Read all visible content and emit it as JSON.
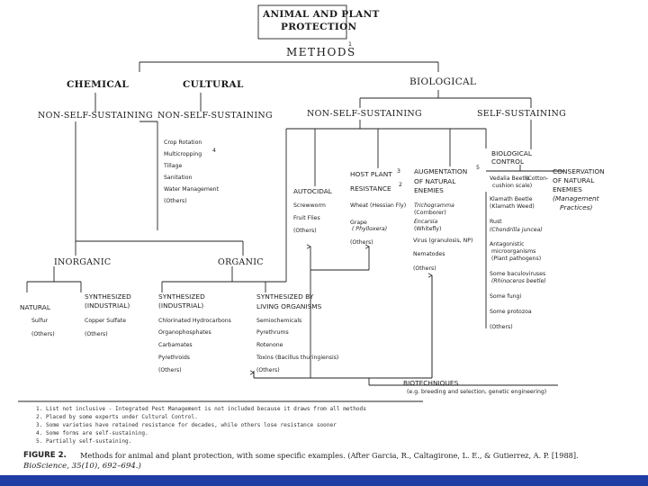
{
  "title": {
    "line1": "ANIMAL AND PLANT",
    "line2": "PROTECTION"
  },
  "methods": {
    "label": "METHODS",
    "sup": "1"
  },
  "top": {
    "chemical": "CHEMICAL",
    "cultural": "CULTURAL",
    "biological": "BIOLOGICAL"
  },
  "nss": {
    "chemical": "NON-SELF-SUSTAINING",
    "cultural": "NON-SELF-SUSTAINING",
    "biological": "NON-SELF-SUSTAINING",
    "self": "SELF-SUSTAINING"
  },
  "cultural_items": [
    "Crop Rotation",
    "Multicropping",
    "Tillage",
    "Sanitation",
    "Water Management",
    "(Others)"
  ],
  "cultural_sup": "4",
  "bio_control": {
    "line1": "BIOLOGICAL",
    "line2": "CONTROL"
  },
  "autocidal": {
    "label": "AUTOCIDAL",
    "items": [
      "Screwworm",
      "Fruit Flies",
      "(Others)"
    ]
  },
  "host": {
    "line1": "HOST PLANT",
    "sup": "3",
    "line2": "RESISTANCE",
    "sup2": "2",
    "items": [
      "Wheat (Hessian Fly)",
      "Grape",
      "( Phylloxera)",
      "(Others)"
    ]
  },
  "aug": {
    "line1": "AUGMENTATION",
    "sup": "5",
    "line2": "OF NATURAL",
    "line3": "ENEMIES",
    "items": [
      "Trichogramma",
      "(Cornborer)",
      "Encarsia",
      "(Whitefly)",
      "Virus (granulosis, NP)",
      "Nematodes",
      "(Others)"
    ]
  },
  "bc_items": [
    "Vedalia Beetle",
    "(Cotton-",
    "cushion scale)",
    "Klamath Beetle",
    "(Klamath Weed)",
    "Rust",
    "(Chondrilla juncea)",
    "Antagonistic",
    "microorganisms",
    "(Plant pathogens)",
    "Some baculoviruses",
    "(Rhinoceros beetle)",
    "Some fungi",
    "Some protozoa",
    "(Others)"
  ],
  "cons": {
    "line1": "CONSERVATION",
    "line2": "OF NATURAL",
    "line3": "ENEMIES",
    "line4": "(Management",
    "line5": "Practices)"
  },
  "inorganic": "INORGANIC",
  "organic": "ORGANIC",
  "natural": {
    "label": "NATURAL",
    "items": [
      "Sulfur",
      "(Others)"
    ]
  },
  "synth_ind1": {
    "line1": "SYNTHESIZED",
    "line2": "(INDUSTRIAL)",
    "items": [
      "Copper Sulfate",
      "(Others)"
    ]
  },
  "synth_ind2": {
    "line1": "SYNTHESIZED",
    "line2": "(INDUSTRIAL)",
    "items": [
      "Chlorinated Hydrocarbons",
      "Organophosphates",
      "Carbamates",
      "Pyrethroids",
      "(Others)"
    ]
  },
  "synth_liv": {
    "line1": "SYNTHESIZED BY",
    "line2": "LIVING ORGANISMS",
    "items": [
      "Semiochemicals",
      "Pyrethrums",
      "Rotenone",
      "Toxins (Bacillus thuringiensis)",
      "(Others)"
    ]
  },
  "biotech": {
    "label": "BIOTECHNIQUES",
    "sub": "(e.g. breeding and selection, genetic engineering)"
  },
  "footnotes": [
    "1.   List not inclusive - Integrated Pest Management is not included because it draws from all methods",
    "2.   Placed by some experts under Cultural Control.",
    "3.   Some varieties have retained resistance for decades, while others lose resistance sooner",
    "4.   Some forms are self-sustaining.",
    "5.   Partially self-sustaining."
  ],
  "caption": {
    "lead": "FIGURE 2.",
    "text": "Methods for animal and plant protection, with some specific examples. (After Garcia, R., Caltagirone, L. E., & Gutierrez, A. P. [1988].",
    "line2": "BioScience, 35(10), 692–694.)"
  }
}
